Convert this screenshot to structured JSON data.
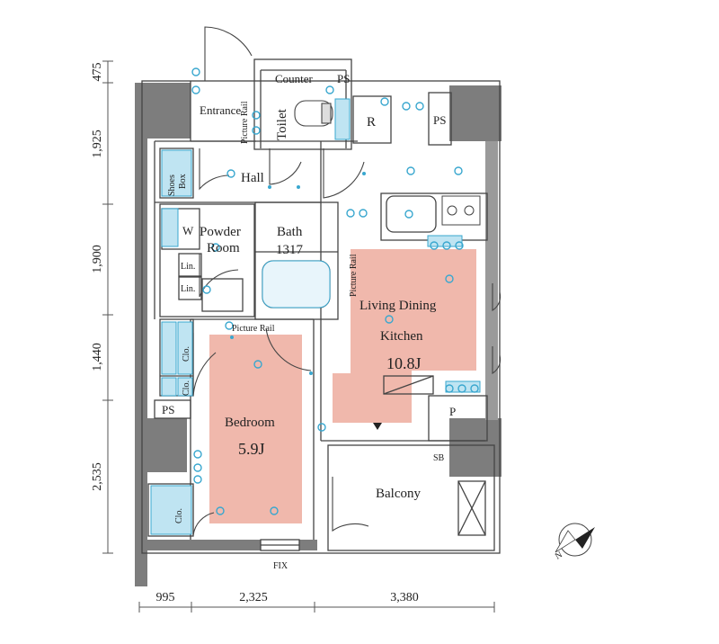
{
  "plan": {
    "vertical_dimensions": [
      "475",
      "1,925",
      "1,900",
      "1,440",
      "2,535"
    ],
    "horizontal_dimensions": [
      "995",
      "2,325",
      "3,380"
    ],
    "rooms": {
      "entrance": "Entrance",
      "counter": "Counter",
      "toilet": "Toilet",
      "ps_top": "PS",
      "ps_right": "PS",
      "ps_left": "PS",
      "refrigerator": "R",
      "hall": "Hall",
      "shoes_box_1": "Shoes",
      "shoes_box_2": "Box",
      "washer": "W",
      "powder_room_1": "Powder",
      "powder_room_2": "Room",
      "bath_1": "Bath",
      "bath_2": "1317",
      "lin_1": "Lin.",
      "lin_2": "Lin.",
      "picture_rail_entrance": "Picture Rail",
      "picture_rail_bedroom": "Picture Rail",
      "picture_rail_ldk": "Picture Rail",
      "clo_1": "Clo.",
      "clo_2": "Clo.",
      "clo_3": "Clo.",
      "bedroom": "Bedroom",
      "bedroom_size": "5.9J",
      "ldk_1": "Living Dining",
      "ldk_2": "Kitchen",
      "ldk_size": "10.8J",
      "balcony": "Balcony",
      "p": "P",
      "sb": "SB",
      "fix": "FIX"
    },
    "compass_label": "N",
    "colors": {
      "wall": "#7d7d7d",
      "room_fill": "#f0b8ac",
      "fixture_fill": "#bfe4f2",
      "outlet": "#39a7cf",
      "line": "#333333"
    }
  }
}
